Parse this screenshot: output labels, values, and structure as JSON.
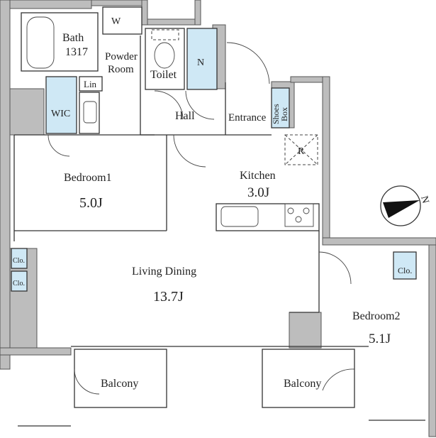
{
  "rooms": {
    "bath": {
      "name": "Bath",
      "size": "1317"
    },
    "washer": "W",
    "powder_room": {
      "line1": "Powder",
      "line2": "Room"
    },
    "toilet": "Toilet",
    "n_storage": "N",
    "linen": "Lin",
    "wic": "WIC",
    "hall": "Hall",
    "entrance": "Entrance",
    "shoes_box": {
      "line1": "Shoes",
      "line2": "Box"
    },
    "refrigerator": "R",
    "kitchen": {
      "name": "Kitchen",
      "size": "3.0J"
    },
    "bedroom1": {
      "name": "Bedroom1",
      "size": "5.0J"
    },
    "living_dining": {
      "name": "Living Dining",
      "size": "13.7J"
    },
    "closets_left": [
      "Clo.",
      "Clo."
    ],
    "closet_bedroom2": "Clo.",
    "bedroom2": {
      "name": "Bedroom2",
      "size": "5.1J"
    },
    "balconies": [
      "Balcony",
      "Balcony"
    ]
  },
  "compass": {
    "label": "N"
  },
  "colors": {
    "storage_fill": "#cfe8f5",
    "wall_fill": "#bdbdbd"
  }
}
